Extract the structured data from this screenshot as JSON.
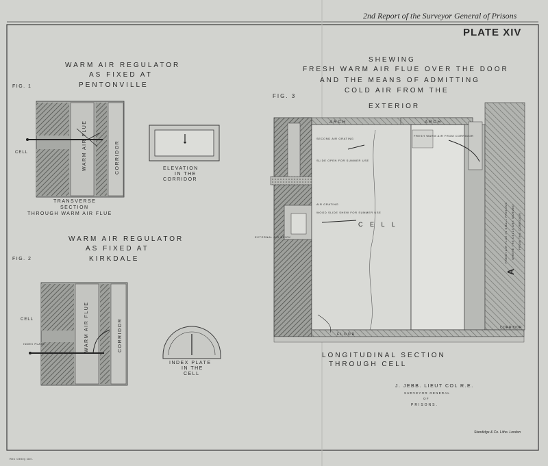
{
  "header": {
    "report_title": "2nd Report of the Surveyor General of Prisons",
    "plate_label": "PLATE XIV"
  },
  "fig1": {
    "fig_label": "FIG. 1",
    "title_line1": "WARM AIR REGULATOR",
    "title_line2": "AS FIXED AT",
    "title_line3": "PENTONVILLE",
    "cell_label": "CELL",
    "flue_label": "WARM AIR FLUE",
    "corridor_label": "CORRIDOR",
    "section_line1": "TRANSVERSE",
    "section_line2": "SECTION",
    "section_line3": "THROUGH WARM AIR FLUE",
    "elevation_line1": "ELEVATION",
    "elevation_line2": "IN THE",
    "elevation_line3": "CORRIDOR"
  },
  "fig2": {
    "fig_label": "FIG. 2",
    "title_line1": "WARM AIR REGULATOR",
    "title_line2": "AS FIXED AT",
    "title_line3": "KIRKDALE",
    "cell_label": "CELL",
    "index_plate_label": "INDEX PLATE",
    "flue_label": "WARM AIR FLUE",
    "corridor_label": "CORRIDOR",
    "index_line1": "INDEX PLATE",
    "index_line2": "IN THE",
    "index_line3": "CELL"
  },
  "fig3": {
    "fig_label": "FIG. 3",
    "title_line1": "SHEWING",
    "title_line2": "FRESH WARM AIR FLUE OVER THE DOOR",
    "title_line3": "AND THE MEANS OF ADMITTING",
    "title_line4": "COLD AIR FROM THE",
    "title_line5": "EXTERIOR",
    "arch_label": "ARCH",
    "arch_label_right": "ARCH",
    "second_air_grating": "SECOND AIR GRATING",
    "slide_open": "SLIDE OPEN FOR SUMMER USE",
    "air_grating": "AIR GRATING",
    "wood_slide": "WOOD SLIDE SHEW FOR SUMMER USE",
    "external_air_brick": "EXTERNAL AIR BRICK",
    "cell_label": "C E L L",
    "fresh_warm_air": "FRESH WARM AIR FROM CORRIDOR",
    "floor_label": "FLOOR",
    "section_line1": "LONGITUDINAL SECTION",
    "section_line2": "THROUGH CELL",
    "corridor_label": "CORRIDOR",
    "side_big": "A",
    "side_note1": "FRESH AIR FLUE IN SMALL PRISONS",
    "side_note2": "WHERE THE CELLS ARE WARMED",
    "side_note3": "FROM THE CORRIDOR"
  },
  "signature": {
    "line1": "J. JEBB. LIEUT COL R.E.",
    "line2": "SURVEYOR GENERAL",
    "line3": "OF",
    "line4": "PRISONS."
  },
  "lithographer": "Standidge & Co. Litho. London",
  "engraver_note": "Rex Ottley Del."
}
